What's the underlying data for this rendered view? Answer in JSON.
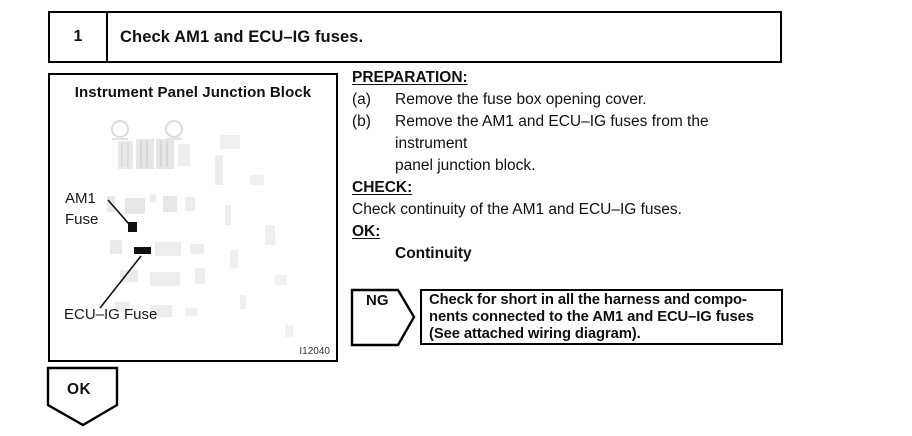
{
  "step": {
    "number": "1",
    "title": "Check AM1 and ECU–IG fuses."
  },
  "figure": {
    "title": "Instrument Panel Junction Block",
    "am1_label_line1": "AM1",
    "am1_label_line2": "Fuse",
    "ecu_ig_label": "ECU–IG Fuse",
    "figure_id": "I12040"
  },
  "instructions": {
    "preparation_heading": "PREPARATION:",
    "steps": [
      {
        "label": "(a)",
        "lines": [
          "Remove the fuse box opening cover.",
          ""
        ]
      },
      {
        "label": "(b)",
        "lines": [
          "Remove the AM1 and ECU–IG fuses from the instrument",
          "panel junction block."
        ]
      }
    ],
    "check_heading": "CHECK:",
    "check_text": "Check continuity of the AM1 and ECU–IG fuses.",
    "ok_heading": "OK:",
    "ok_result": "Continuity"
  },
  "ng_branch": {
    "label": "NG",
    "lines": [
      "Check for short in all the harness and compo-",
      "nents connected to the AM1 and ECU–IG fuses",
      "(See attached wiring diagram)."
    ]
  },
  "ok_branch": {
    "label": "OK"
  },
  "colors": {
    "ink": "#111111",
    "border": "#000000",
    "faint_illustration": "#e6e6e6",
    "background": "#ffffff"
  }
}
